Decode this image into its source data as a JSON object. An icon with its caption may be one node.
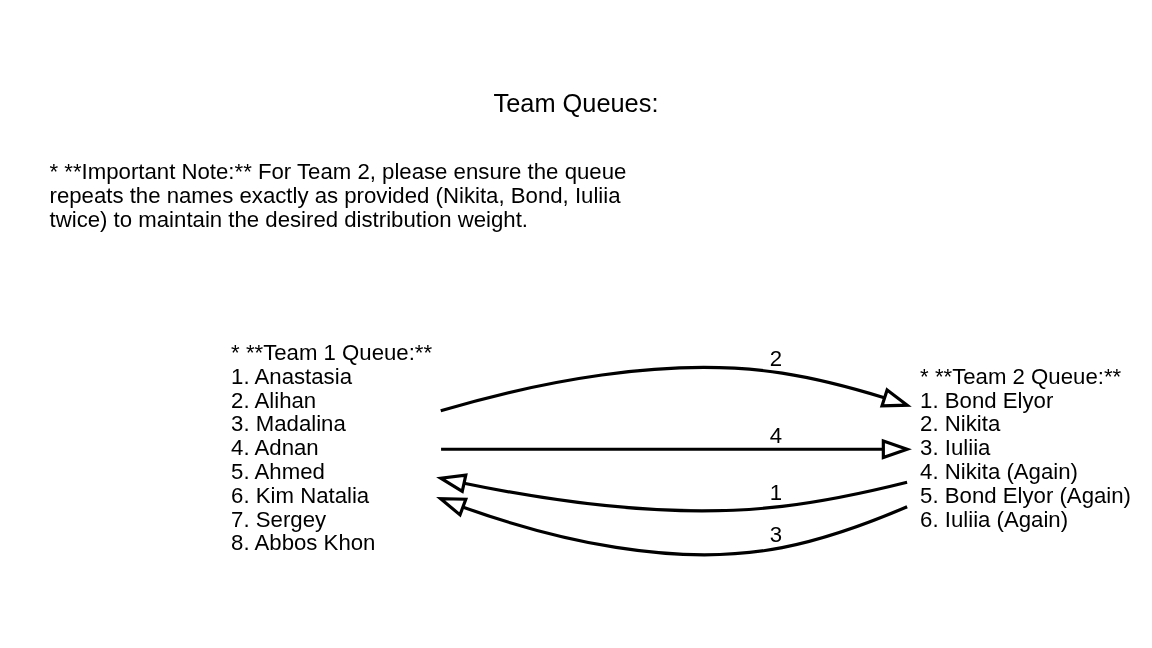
{
  "diagram": {
    "title": "Team Queues:",
    "nodes": [
      {
        "text": [
          "* **Team 1 Queue:**",
          "1. Anastasia",
          "2. Alihan",
          "3. Madalina",
          "4. Adnan",
          "5. Ahmed",
          "6. Kim Natalia",
          "7. Sergey",
          "8. Abbos Khon"
        ]
      },
      {
        "text": [
          "* **Team 2 Queue:**",
          "1. Bond Elyor",
          "2. Nikita",
          "3. Iuliia",
          "4. Nikita (Again)",
          "5. Bond Elyor (Again)",
          "6. Iuliia (Again)"
        ]
      }
    ],
    "edges": [
      {
        "from": 1,
        "to": 0,
        "arrow": "to",
        "label": "1"
      },
      {
        "from": 0,
        "to": 1,
        "arrow": "to",
        "label": "2"
      },
      {
        "from": 1,
        "to": 0,
        "arrow": "to",
        "label": "3"
      },
      {
        "from": 0,
        "to": 1,
        "arrow": "to",
        "label": "4"
      }
    ],
    "labels": [
      "* **Important Note:** For Team 2, please ensure the queue repeats the names exactly as provided (Nikita, Bond, Iuliia twice) to maintain the desired distribution weight."
    ]
  }
}
